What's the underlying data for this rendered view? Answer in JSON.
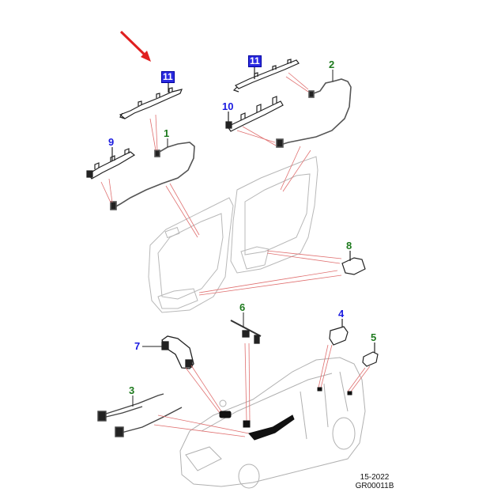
{
  "diagram": {
    "type": "exploded-parts-diagram",
    "subject": "Vehicle door and body wiring harnesses",
    "callouts": [
      {
        "id": "c11a",
        "label": "11",
        "style": "boxed",
        "highlighted": true
      },
      {
        "id": "c11b",
        "label": "11",
        "style": "boxed",
        "highlighted": false
      },
      {
        "id": "c2",
        "label": "2",
        "style": "green"
      },
      {
        "id": "c10",
        "label": "10",
        "style": "blue"
      },
      {
        "id": "c1",
        "label": "1",
        "style": "green"
      },
      {
        "id": "c9",
        "label": "9",
        "style": "blue"
      },
      {
        "id": "c8",
        "label": "8",
        "style": "green"
      },
      {
        "id": "c6",
        "label": "6",
        "style": "green"
      },
      {
        "id": "c4",
        "label": "4",
        "style": "blue"
      },
      {
        "id": "c7",
        "label": "7",
        "style": "blue"
      },
      {
        "id": "c5",
        "label": "5",
        "style": "green"
      },
      {
        "id": "c3",
        "label": "3",
        "style": "green"
      }
    ],
    "colors": {
      "green_callout": "#1e7a1e",
      "blue_callout": "#1a1ae0",
      "boxed_callout_bg": "#2a2ae0",
      "leader_lines": "#e07070",
      "pointer_arrow": "#e02020",
      "part_outline": "#222222",
      "vehicle_outline": "#b0b0b0"
    }
  },
  "footer": {
    "date_code": "15-2022",
    "figure_id": "GR00011B"
  }
}
